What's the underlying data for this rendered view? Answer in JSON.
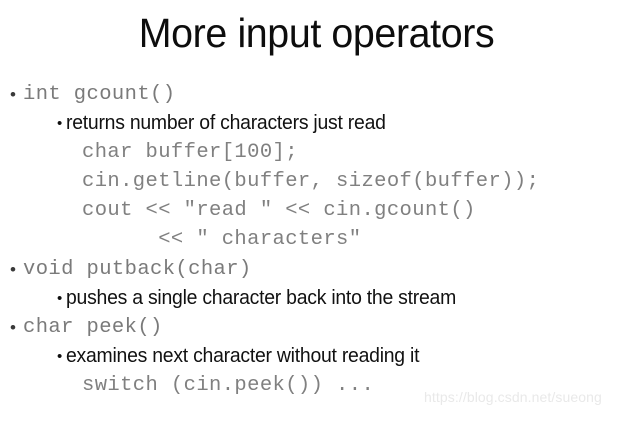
{
  "slide": {
    "title": "More input operators",
    "background_color": "#ffffff",
    "code_color": "#808080",
    "text_color": "#111111",
    "watermark": "https://blog.csdn.net/sueong",
    "bullet_glyph": "•",
    "lines": [
      {
        "level": 1,
        "text": "int gcount()"
      },
      {
        "level": 2,
        "text": "returns number of characters just read"
      },
      {
        "level": 3,
        "text": "char buffer[100];"
      },
      {
        "level": 3,
        "text": "cin.getline(buffer, sizeof(buffer));"
      },
      {
        "level": 3,
        "text": "cout << \"read \" << cin.gcount()"
      },
      {
        "level": 3,
        "text": "      << \" characters\""
      },
      {
        "level": 1,
        "text": "void putback(char)"
      },
      {
        "level": 2,
        "text": "pushes a single character back into the stream"
      },
      {
        "level": 1,
        "text": "char peek()"
      },
      {
        "level": 2,
        "text": "examines next character without reading it"
      },
      {
        "level": 3,
        "text": "switch (cin.peek()) ..."
      }
    ]
  }
}
